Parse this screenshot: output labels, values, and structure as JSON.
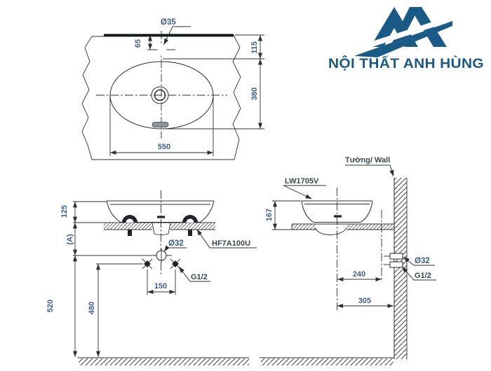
{
  "brand": {
    "name": "NỘI THẤT ANH HÙNG"
  },
  "colors": {
    "brand_blue": "#1a5a87",
    "dimension_text": "#3b5c94",
    "label_text": "#3a4550",
    "line": "#2b2f33"
  },
  "top_view": {
    "faucet_hole": "Ø35",
    "faucet_offset": "65",
    "back_to_center": "115",
    "bowl_depth": "380",
    "rim_width": "550"
  },
  "front_view": {
    "rim_above_counter": "125",
    "counter_to_drain": "(A)",
    "drain_hole": "Ø32",
    "bracket": "HF7A100U",
    "supply_thread": "G1/2",
    "supply_spacing": "150",
    "drain_height": "520",
    "supply_height": "480"
  },
  "side_view": {
    "wall": "Tường/ Wall",
    "model": "LW1705V",
    "basin_height": "167",
    "drain_hole": "Ø32",
    "supply_thread": "G1/2",
    "center_to_supply": "240",
    "center_to_wall": "305"
  }
}
